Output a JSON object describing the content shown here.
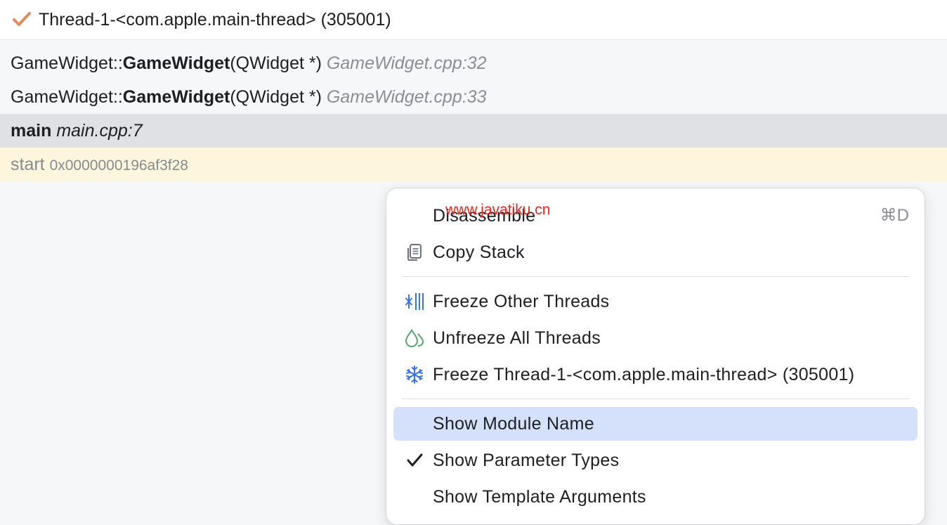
{
  "header": {
    "title": "Thread-1-<com.apple.main-thread> (305001)",
    "status_icon": "check-icon",
    "status_color": "#e18a5e"
  },
  "frames": [
    {
      "class": "GameWidget::",
      "method": "GameWidget",
      "params": "(QWidget *)",
      "location": "GameWidget.cpp:32"
    },
    {
      "class": "GameWidget::",
      "method": "GameWidget",
      "params": "(QWidget *)",
      "location": "GameWidget.cpp:33"
    },
    {
      "method": "main",
      "location": "main.cpp:7"
    },
    {
      "method": "start",
      "address": "0x0000000196af3f28"
    }
  ],
  "context_menu": {
    "items": [
      {
        "label": "Disassemble",
        "shortcut": "⌘D",
        "icon": ""
      },
      {
        "label": "Copy Stack",
        "icon": "copy-icon"
      },
      {
        "label": "Freeze Other Threads",
        "icon": "freeze-other-icon"
      },
      {
        "label": "Unfreeze All Threads",
        "icon": "unfreeze-icon"
      },
      {
        "label": "Freeze Thread-1-<com.apple.main-thread> (305001)",
        "icon": "snowflake-icon"
      },
      {
        "label": "Show Module Name",
        "icon": ""
      },
      {
        "label": "Show Parameter Types",
        "icon": "check-icon"
      },
      {
        "label": "Show Template Arguments",
        "icon": ""
      }
    ],
    "highlighted_item": "Show Module Name",
    "highlight_color": "#d5e0fb"
  },
  "watermark": "www.javatiku.cn"
}
